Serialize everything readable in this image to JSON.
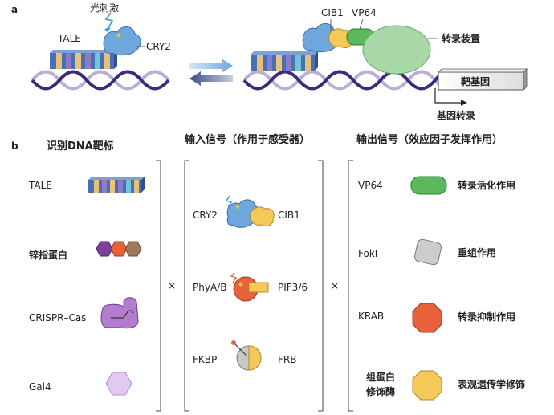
{
  "panel_a": {
    "letter": "a",
    "light": "光刺激",
    "tale": "TALE",
    "cry2": "CRY2",
    "cib1": "CIB1",
    "vp64": "VP64",
    "machinery": "转录装置",
    "target_gene": "靶基因",
    "transcription": "基因转录"
  },
  "panel_b": {
    "letter": "b",
    "col1_title": "识别DNA靶标",
    "col2_title": "输入信号（作用于感受器）",
    "col3_title": "输出信号（效应因子发挥作用）",
    "times": "×",
    "targets": [
      "TALE",
      "锌指蛋白",
      "CRISPR–Cas",
      "Gal4"
    ],
    "inputs": [
      {
        "left": "CRY2",
        "right": "CIB1"
      },
      {
        "left": "PhyA/B",
        "right": "PIF3/6"
      },
      {
        "left": "FKBP",
        "right": "FRB"
      }
    ],
    "outputs": [
      {
        "name": "VP64",
        "effect": "转录活化作用"
      },
      {
        "name": "FokI",
        "effect": "重组作用"
      },
      {
        "name": "KRAB",
        "effect": "转录抑制作用"
      },
      {
        "name": "组蛋白\n修饰酶",
        "name_line1": "组蛋白",
        "name_line2": "修饰酶",
        "effect": "表观遗传学修饰"
      }
    ]
  },
  "colors": {
    "dna_dark": "#3d2a7a",
    "dna_light": "#b9aed6",
    "blue_protein": "#6fa8dc",
    "yellow": "#f5c85a",
    "green": "#5cb85c",
    "light_green": "#a8d8a8",
    "red": "#e8613a",
    "gray": "#cccccc",
    "purple": "#9b59b6",
    "light_purple": "#e3c9ef",
    "zinc_brown": "#a0785a"
  }
}
